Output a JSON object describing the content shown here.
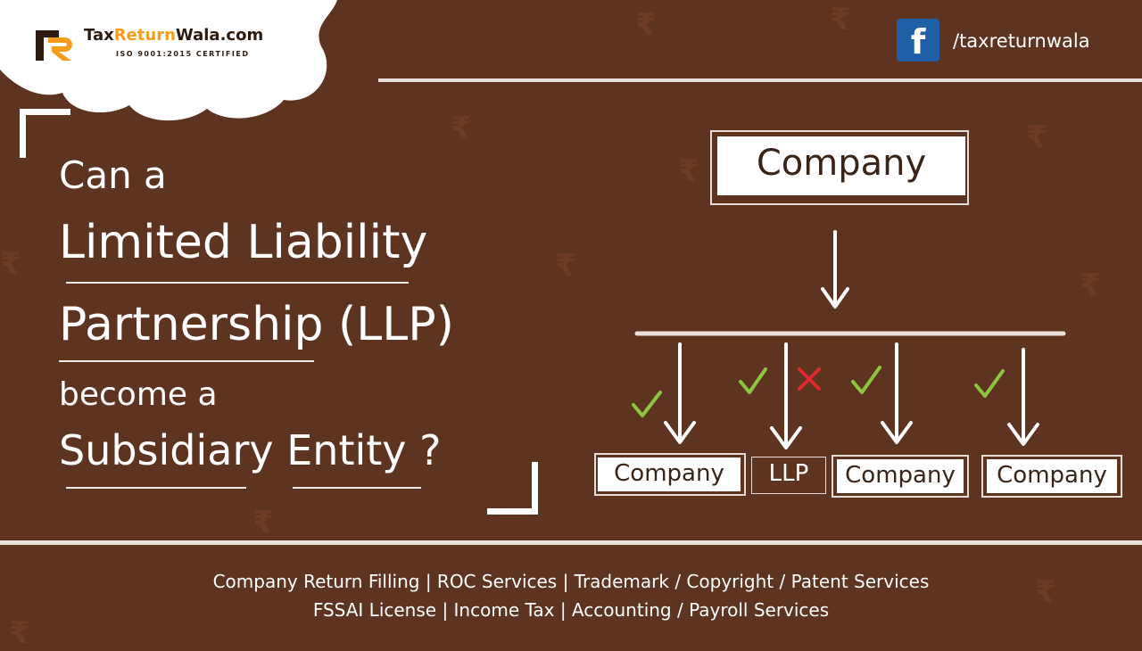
{
  "brand": {
    "name_part1": "Tax",
    "name_part2": "Return",
    "name_part3": "Wala.com",
    "certification": "ISO 9001:2015 CERTIFIED"
  },
  "social": {
    "icon": "facebook-icon",
    "handle": "/taxreturnwala"
  },
  "headline": {
    "line1": "Can a",
    "line2": "Limited Liability",
    "line3": "Partnership (LLP)",
    "line4": "become a",
    "line5": "Subsidiary Entity ?"
  },
  "diagram": {
    "parent": "Company",
    "children": [
      {
        "label": "Company",
        "mark": "check"
      },
      {
        "label": "LLP",
        "mark": "check-and-cross"
      },
      {
        "label": "Company",
        "mark": "check"
      },
      {
        "label": "Company",
        "mark": "check"
      }
    ]
  },
  "footer": {
    "line1": "Company Return Filling  |  ROC Services  |  Trademark / Copyright / Patent Services",
    "line2": "FSSAI License  |  Income Tax  | Accounting / Payroll Services"
  },
  "colors": {
    "background": "#5e3320",
    "accent": "#f59c1a",
    "check": "#8cc63f",
    "cross": "#e0282e",
    "facebook": "#1f5fa6"
  }
}
